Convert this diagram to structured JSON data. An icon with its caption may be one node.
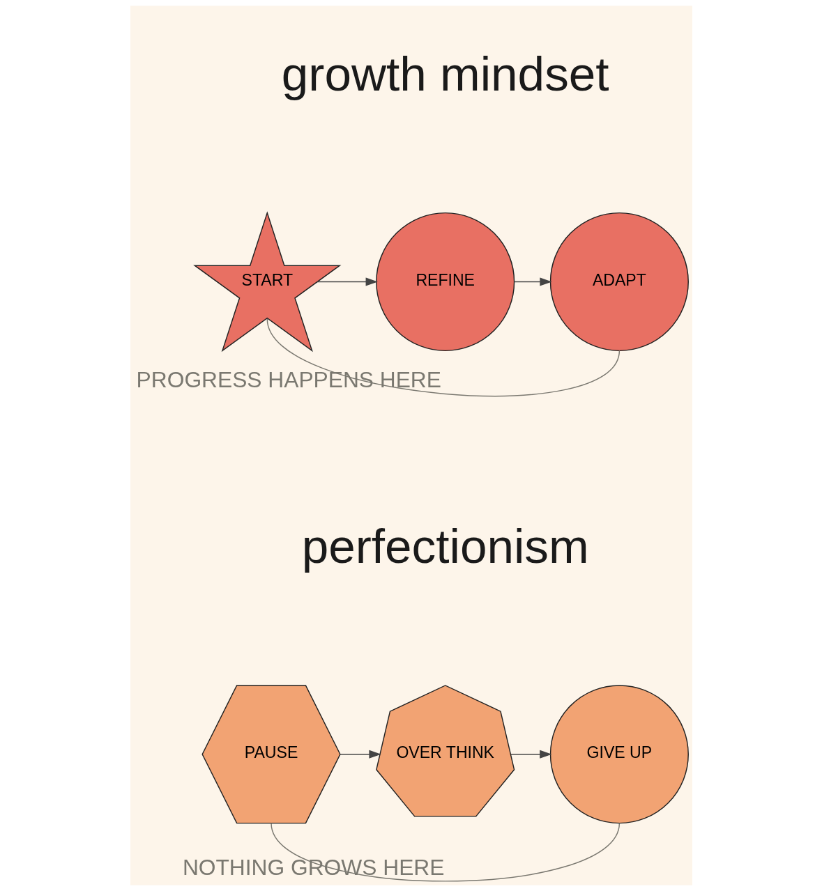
{
  "diagram": {
    "nodes": [
      {
        "text": [
          "START"
        ]
      },
      {
        "text": [
          "REFINE"
        ]
      },
      {
        "text": [
          "ADAPT"
        ]
      },
      {
        "text": [
          "PAUSE"
        ]
      },
      {
        "text": [
          "OVER THINK"
        ]
      },
      {
        "text": [
          "GIVE UP"
        ]
      }
    ],
    "edges": [
      {
        "from": 0,
        "to": 1,
        "arrow": "to"
      },
      {
        "from": 1,
        "to": 2,
        "arrow": "to"
      },
      {
        "from": 2,
        "to": 0,
        "arrow": "none",
        "label": "PROGRESS HAPPENS HERE",
        "color": "#7a7870"
      },
      {
        "from": 3,
        "to": 4,
        "arrow": "to"
      },
      {
        "from": 4,
        "to": 5,
        "arrow": "to"
      },
      {
        "from": 5,
        "to": 3,
        "arrow": "none",
        "label": "NOTHING GROWS HERE",
        "color": "#7a7870"
      }
    ],
    "labels": [
      "growth mindset",
      "perfectionism"
    ]
  }
}
